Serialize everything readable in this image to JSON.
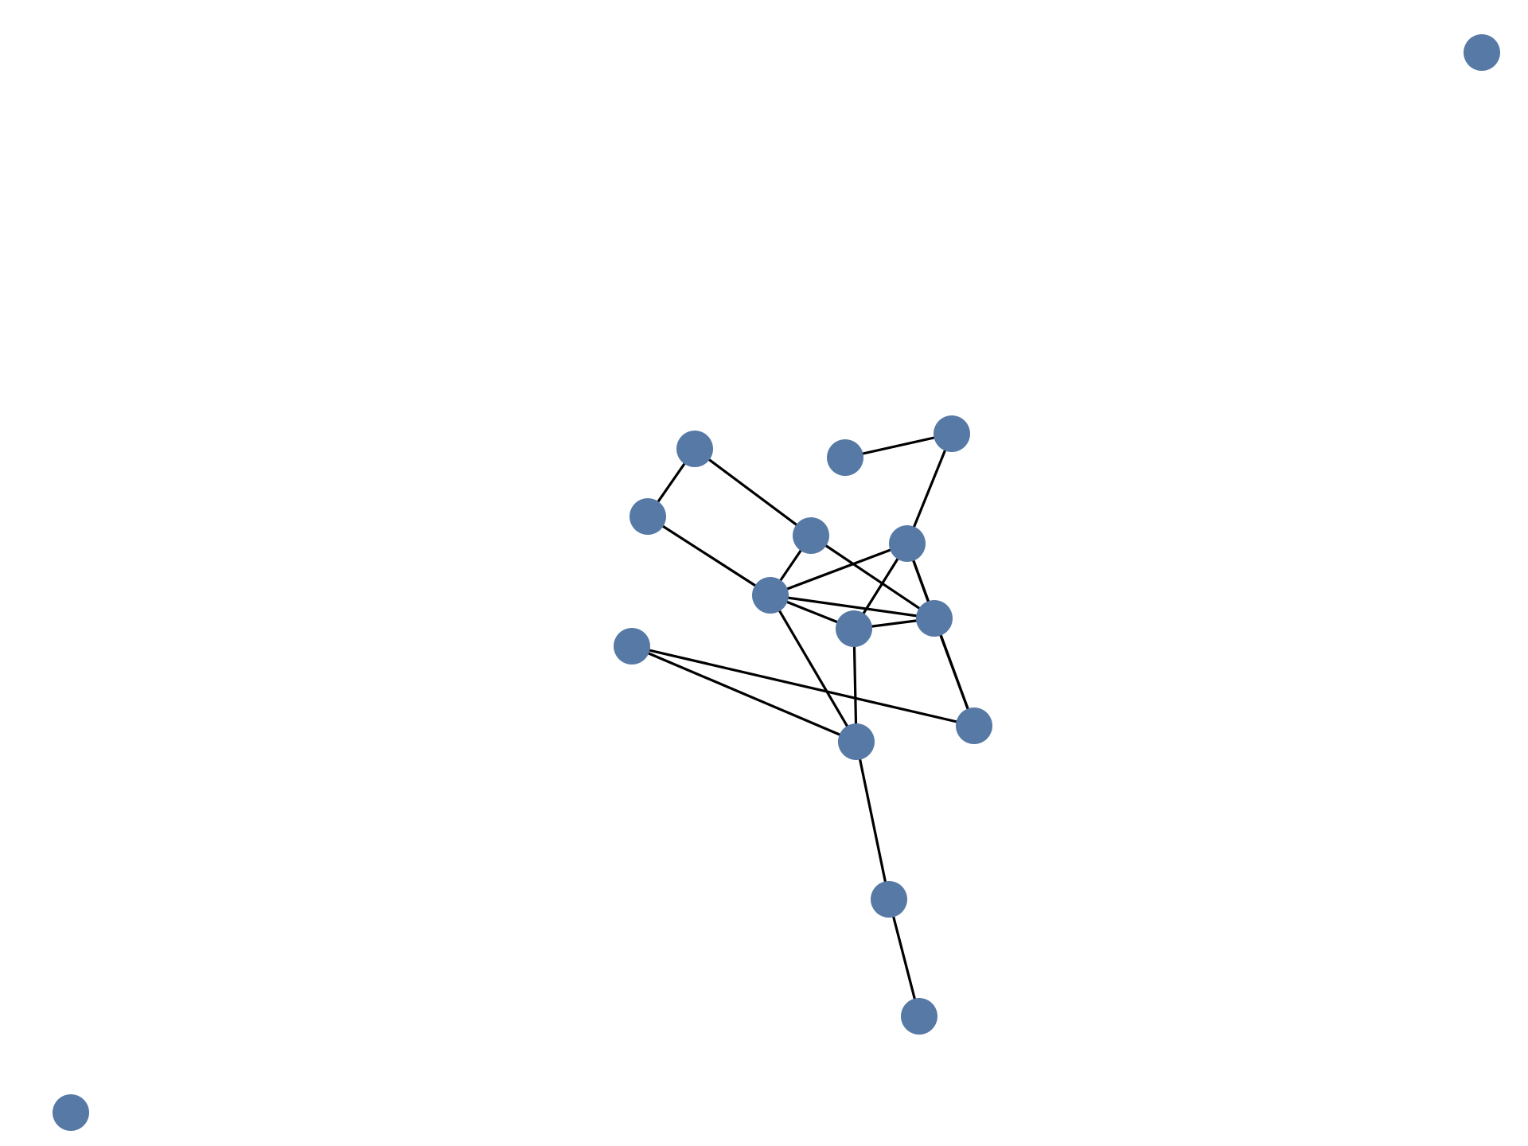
{
  "graph": {
    "node_color": "#5779a5",
    "edge_color": "#000000",
    "nodes": [
      {
        "id": "n1"
      },
      {
        "id": "n2"
      },
      {
        "id": "n3"
      },
      {
        "id": "n4"
      },
      {
        "id": "n5"
      },
      {
        "id": "n6"
      },
      {
        "id": "n7"
      },
      {
        "id": "n8"
      },
      {
        "id": "n9"
      },
      {
        "id": "n10"
      },
      {
        "id": "n11"
      },
      {
        "id": "n12"
      },
      {
        "id": "n13"
      },
      {
        "id": "n14"
      },
      {
        "id": "n15"
      },
      {
        "id": "n16"
      }
    ],
    "edges": [
      [
        "n2",
        "n3"
      ],
      [
        "n3",
        "n6"
      ],
      [
        "n4",
        "n7"
      ],
      [
        "n6",
        "n11"
      ],
      [
        "n4",
        "n5"
      ],
      [
        "n5",
        "n8"
      ],
      [
        "n7",
        "n8"
      ],
      [
        "n6",
        "n8"
      ],
      [
        "n10",
        "n8"
      ],
      [
        "n8",
        "n9"
      ],
      [
        "n8",
        "n12"
      ],
      [
        "n6",
        "n10"
      ],
      [
        "n6",
        "n9"
      ],
      [
        "n7",
        "n9"
      ],
      [
        "n9",
        "n10"
      ],
      [
        "n9",
        "n11"
      ],
      [
        "n10",
        "n12"
      ],
      [
        "n11",
        "n13"
      ],
      [
        "n13",
        "n12"
      ],
      [
        "n12",
        "n14"
      ],
      [
        "n14",
        "n15"
      ]
    ]
  }
}
